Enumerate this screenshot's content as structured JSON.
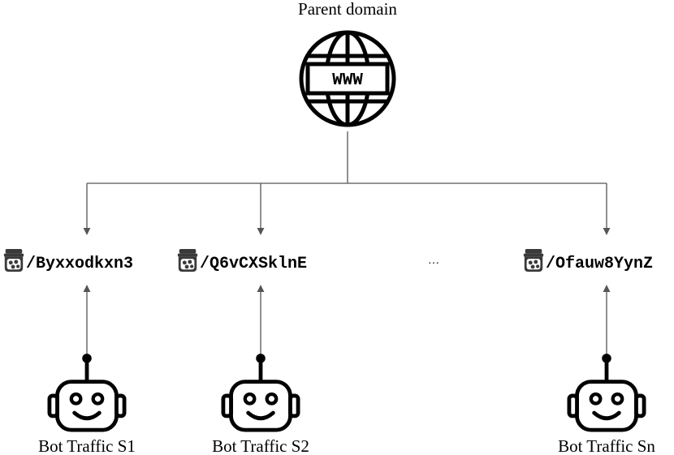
{
  "parent": {
    "label": "Parent domain",
    "icon": "globe-www-icon",
    "icon_text": "WWW"
  },
  "subpaths": [
    {
      "path": "/Byxxodkxn3",
      "icon": "jar-icon"
    },
    {
      "path": "/Q6vCXSklnE",
      "icon": "jar-icon"
    },
    {
      "path": "/Ofauw8YynZ",
      "icon": "jar-icon"
    }
  ],
  "ellipsis": "…",
  "bots": [
    {
      "label": "Bot Traffic S1",
      "icon": "robot-icon"
    },
    {
      "label": "Bot Traffic S2",
      "icon": "robot-icon"
    },
    {
      "label": "Bot Traffic Sn",
      "icon": "robot-icon"
    }
  ],
  "colors": {
    "connector": "#555555",
    "icon_stroke": "#000000",
    "jar_fill": "#3a3a3a"
  }
}
